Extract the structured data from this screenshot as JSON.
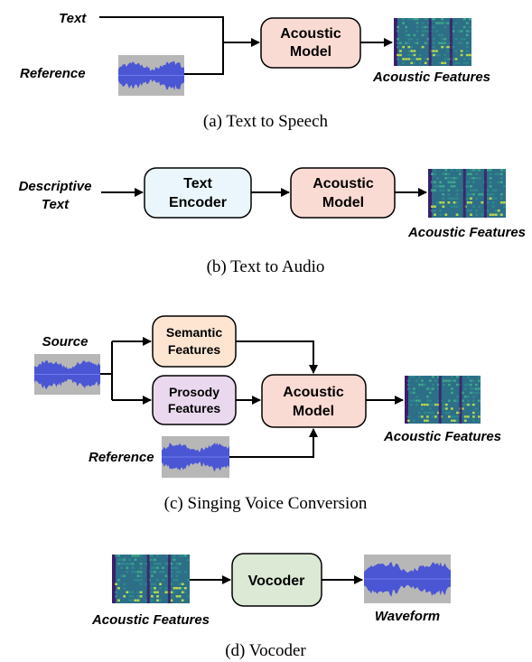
{
  "colors": {
    "acoustic_model": "#fadbd3",
    "text_encoder": "#eaf6fb",
    "semantic": "#fde5d2",
    "prosody": "#ead9ee",
    "vocoder": "#dce9d5",
    "waveform": "#4a56d4",
    "wave_bg": "#b7b7b7",
    "spec_bg": "#2d6f86",
    "spec_bright": "#c9e24b"
  },
  "icons": [
    "waveform-image",
    "spectrogram-image"
  ],
  "panel_a": {
    "text_label": "Text",
    "reference_label": "Reference",
    "model": [
      "Acoustic",
      "Model"
    ],
    "output_label": "Acoustic Features",
    "caption": "(a) Text to Speech"
  },
  "panel_b": {
    "input_label": [
      "Descriptive",
      "Text"
    ],
    "encoder": [
      "Text",
      "Encoder"
    ],
    "model": [
      "Acoustic",
      "Model"
    ],
    "output_label": "Acoustic Features",
    "caption": "(b) Text to Audio"
  },
  "panel_c": {
    "source_label": "Source",
    "semantic": [
      "Semantic",
      "Features"
    ],
    "prosody": [
      "Prosody",
      "Features"
    ],
    "model": [
      "Acoustic",
      "Model"
    ],
    "reference_label": "Reference",
    "output_label": "Acoustic Features",
    "caption": "(c) Singing Voice Conversion"
  },
  "panel_d": {
    "input_label": "Acoustic Features",
    "vocoder": "Vocoder",
    "output_label": "Waveform",
    "caption": "(d) Vocoder"
  }
}
